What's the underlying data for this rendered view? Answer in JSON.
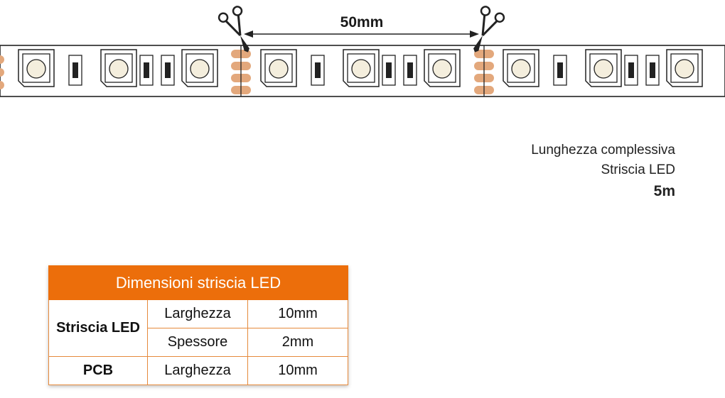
{
  "strip": {
    "segment_length": "50mm",
    "colors": {
      "pad": "#e3a87c",
      "outline": "#222222",
      "led_glow": "#f4eedd",
      "resistor": "#222222"
    }
  },
  "total_length": {
    "line1": "Lunghezza complessiva",
    "line2": "Striscia LED",
    "value": "5m"
  },
  "table": {
    "title": "Dimensioni striscia LED",
    "header_color": "#ec6e0b",
    "rows": [
      {
        "group": "Striscia LED",
        "property": "Larghezza",
        "value": "10mm"
      },
      {
        "property": "Spessore",
        "value": "2mm"
      },
      {
        "group": "PCB",
        "property": "Larghezza",
        "value": "10mm"
      }
    ]
  }
}
